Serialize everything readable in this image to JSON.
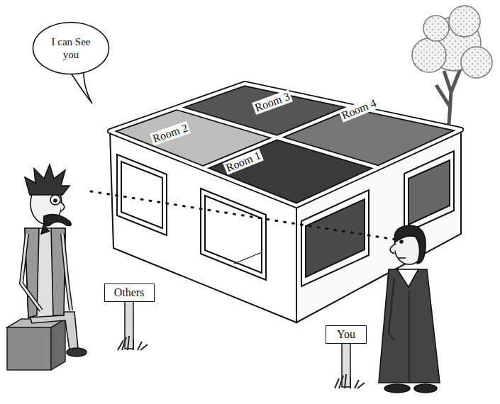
{
  "diagram": {
    "nodes": [
      {
        "text": [
          "I can See you"
        ]
      },
      {
        "text": [
          "Others"
        ]
      },
      {
        "text": [
          "You"
        ]
      }
    ],
    "labels": [
      "Room 1",
      "Room 2",
      "Room 3",
      "Room 4"
    ]
  }
}
